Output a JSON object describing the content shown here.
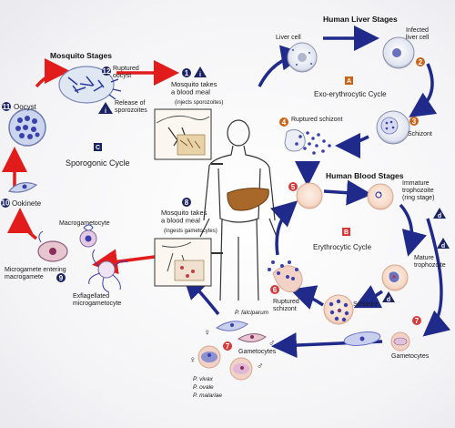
{
  "colors": {
    "red_arrow": "#e21b1b",
    "blue_arrow": "#1f2a8a",
    "badge_navy": "#1b2463",
    "badge_orange": "#c7641a",
    "badge_red": "#d63a3a",
    "cell_pink": "#f6d9c7",
    "parasite_blue": "#4a4fb8"
  },
  "mosquito_stages": {
    "title": "Mosquito Stages",
    "ruptured_oocyst": "Ruptured\noocyst",
    "release_sporozoites": "Release of\nsporozoites",
    "oocyst": "Oocyst",
    "sporogonic_letter": "C",
    "sporogonic_cycle": "Sporogonic Cycle",
    "ookinete": "Ookinete",
    "macrogametocyte": "Macrogametocyte",
    "microgamete_entering": "Microgamete entering\nmacrogamete",
    "exflagellated": "Exflagellated\nmicrogametocyte"
  },
  "mosquito_meal_1": {
    "label": "Mosquito takes\na blood meal",
    "note": "(injects sporozoites)"
  },
  "mosquito_meal_8": {
    "label": "Mosquito takes\na blood meal",
    "note": "(ingests gametocytes)"
  },
  "liver_stages": {
    "title": "Human Liver Stages",
    "liver_cell": "Liver cell",
    "infected_liver_cell": "Infected\nliver cell",
    "cycle_letter": "A",
    "exo_cycle": "Exo-erythrocytic Cycle",
    "ruptured_schizont": "Ruptured schizont",
    "schizont": "Schizont"
  },
  "blood_stages": {
    "title": "Human Blood Stages",
    "immature_troph": "Immature\ntrophozoite\n(ring stage)",
    "cycle_letter": "B",
    "erythrocytic_cycle": "Erythrocytic Cycle",
    "mature_troph": "Mature\ntrophozoite",
    "ruptured_schizont": "Ruptured\nschizont",
    "schizont": "Schizont",
    "gametocytes": "Gametocytes"
  },
  "gametocyte_panel": {
    "p_falciparum": "P. falciparum",
    "gametocytes": "Gametocytes",
    "p_vivax": "P. vivax",
    "p_ovale": "P. ovale",
    "p_malariae": "P. malariae",
    "female_symbol": "♀",
    "male_symbol": "♂"
  },
  "badges": {
    "n1": "1",
    "n2": "2",
    "n3": "3",
    "n4": "4",
    "n5": "5",
    "n6": "6",
    "n7": "7",
    "n8": "8",
    "n9": "9",
    "n10": "10",
    "n11": "11",
    "n12": "12",
    "d": "d",
    "i": "i"
  }
}
